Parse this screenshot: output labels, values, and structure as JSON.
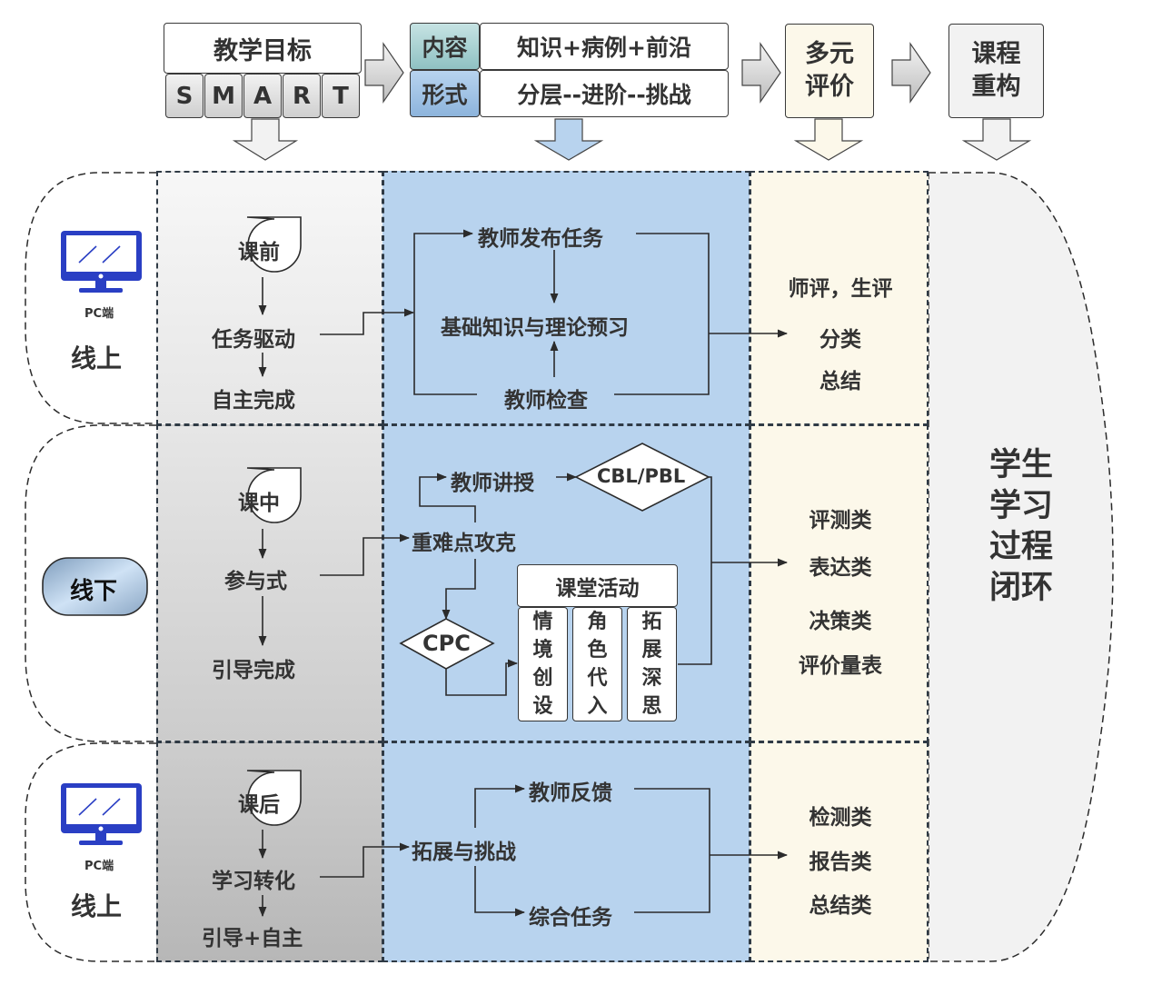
{
  "top": {
    "goal_title": "教学目标",
    "smart": [
      "S",
      "M",
      "A",
      "R",
      "T"
    ],
    "content_label": "内容",
    "content_value": "知识+病例+前沿",
    "form_label": "形式",
    "form_value": "分层--进阶--挑战",
    "evaluation": [
      "多元",
      "评价"
    ],
    "restructure": [
      "课程",
      "重构"
    ]
  },
  "colors": {
    "gray_column": "#d9d9d9",
    "blue_column": "#b8d3ee",
    "cream_column": "#fcf8ea",
    "closed_loop_bg": "#f2f2f2",
    "content_label_bg": "#a6cfd0",
    "form_label_bg": "#9bbfe3",
    "monitor_icon": "#2a3fc4",
    "offline_badge": "#9db6d1",
    "text": "#333333"
  },
  "stages": [
    {
      "mode_icon": "pc-monitor-icon",
      "mode_sub": "PC端",
      "mode": "线上",
      "phase": "课前",
      "step1": "任务驱动",
      "step2": "自主完成",
      "flow": {
        "top": "教师发布任务",
        "center": "基础知识与理论预习",
        "bottom": "教师检查"
      },
      "evaluation": [
        "师评，生评",
        "分类",
        "总结"
      ]
    },
    {
      "mode": "线下",
      "phase": "课中",
      "step1": "参与式",
      "step2": "引导完成",
      "flow": {
        "lecture": "教师讲授",
        "method": "CBL/PBL",
        "key": "重难点攻克",
        "cpc": "CPC",
        "activity_title": "课堂活动",
        "activities": [
          [
            "情",
            "境",
            "创",
            "设"
          ],
          [
            "角",
            "色",
            "代",
            "入"
          ],
          [
            "拓",
            "展",
            "深",
            "思"
          ]
        ]
      },
      "evaluation": [
        "评测类",
        "表达类",
        "决策类",
        "评价量表"
      ]
    },
    {
      "mode_icon": "pc-monitor-icon",
      "mode_sub": "PC端",
      "mode": "线上",
      "phase": "课后",
      "step1": "学习转化",
      "step2": "引导+自主",
      "flow": {
        "center": "拓展与挑战",
        "top": "教师反馈",
        "bottom": "综合任务"
      },
      "evaluation": [
        "检测类",
        "报告类",
        "总结类"
      ]
    }
  ],
  "closed_loop": [
    "学生",
    "学习",
    "过程",
    "闭环"
  ]
}
